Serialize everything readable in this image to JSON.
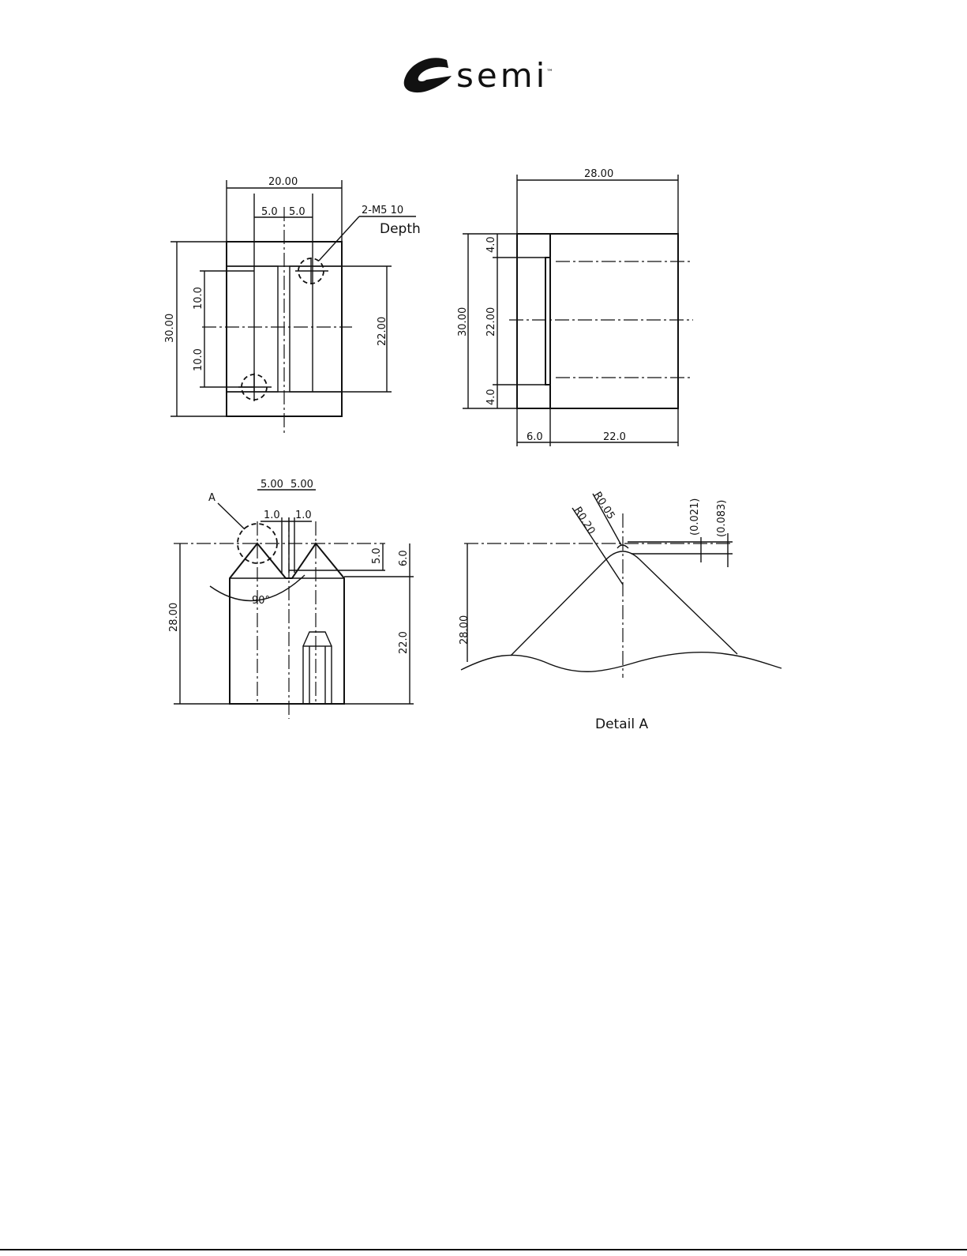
{
  "header": {
    "brand_text": "semi",
    "trademark": "™"
  },
  "top_left_view": {
    "dim_width": "20.00",
    "dim_half_left": "5.0",
    "dim_half_right": "5.0",
    "dim_height": "30.00",
    "dim_upper": "10.0",
    "dim_lower": "10.0",
    "dim_slot": "22.00",
    "callout_thread": "2-M5 10",
    "callout_depth": "Depth"
  },
  "top_right_view": {
    "dim_width": "28.00",
    "dim_height": "30.00",
    "dim_slot": "22.00",
    "dim_top_step": "4.0",
    "dim_bottom_step": "4.0",
    "dim_flange": "6.0",
    "dim_body": "22.0"
  },
  "bottom_left_view": {
    "detail_marker": "A",
    "dim_left_half": "5.00",
    "dim_right_half": "5.00",
    "dim_gap_left": "1.0",
    "dim_gap_right": "1.0",
    "dim_tip": "5.0",
    "dim_peak": "6.0",
    "dim_height": "28.00",
    "dim_body": "22.0",
    "angle": "90°"
  },
  "detail_a": {
    "radius_small": "R0.05",
    "radius_large": "R0.20",
    "dim_offset_1": "(0.021)",
    "dim_offset_2": "(0.083)",
    "dim_height": "28.00",
    "caption": "Detail A"
  }
}
